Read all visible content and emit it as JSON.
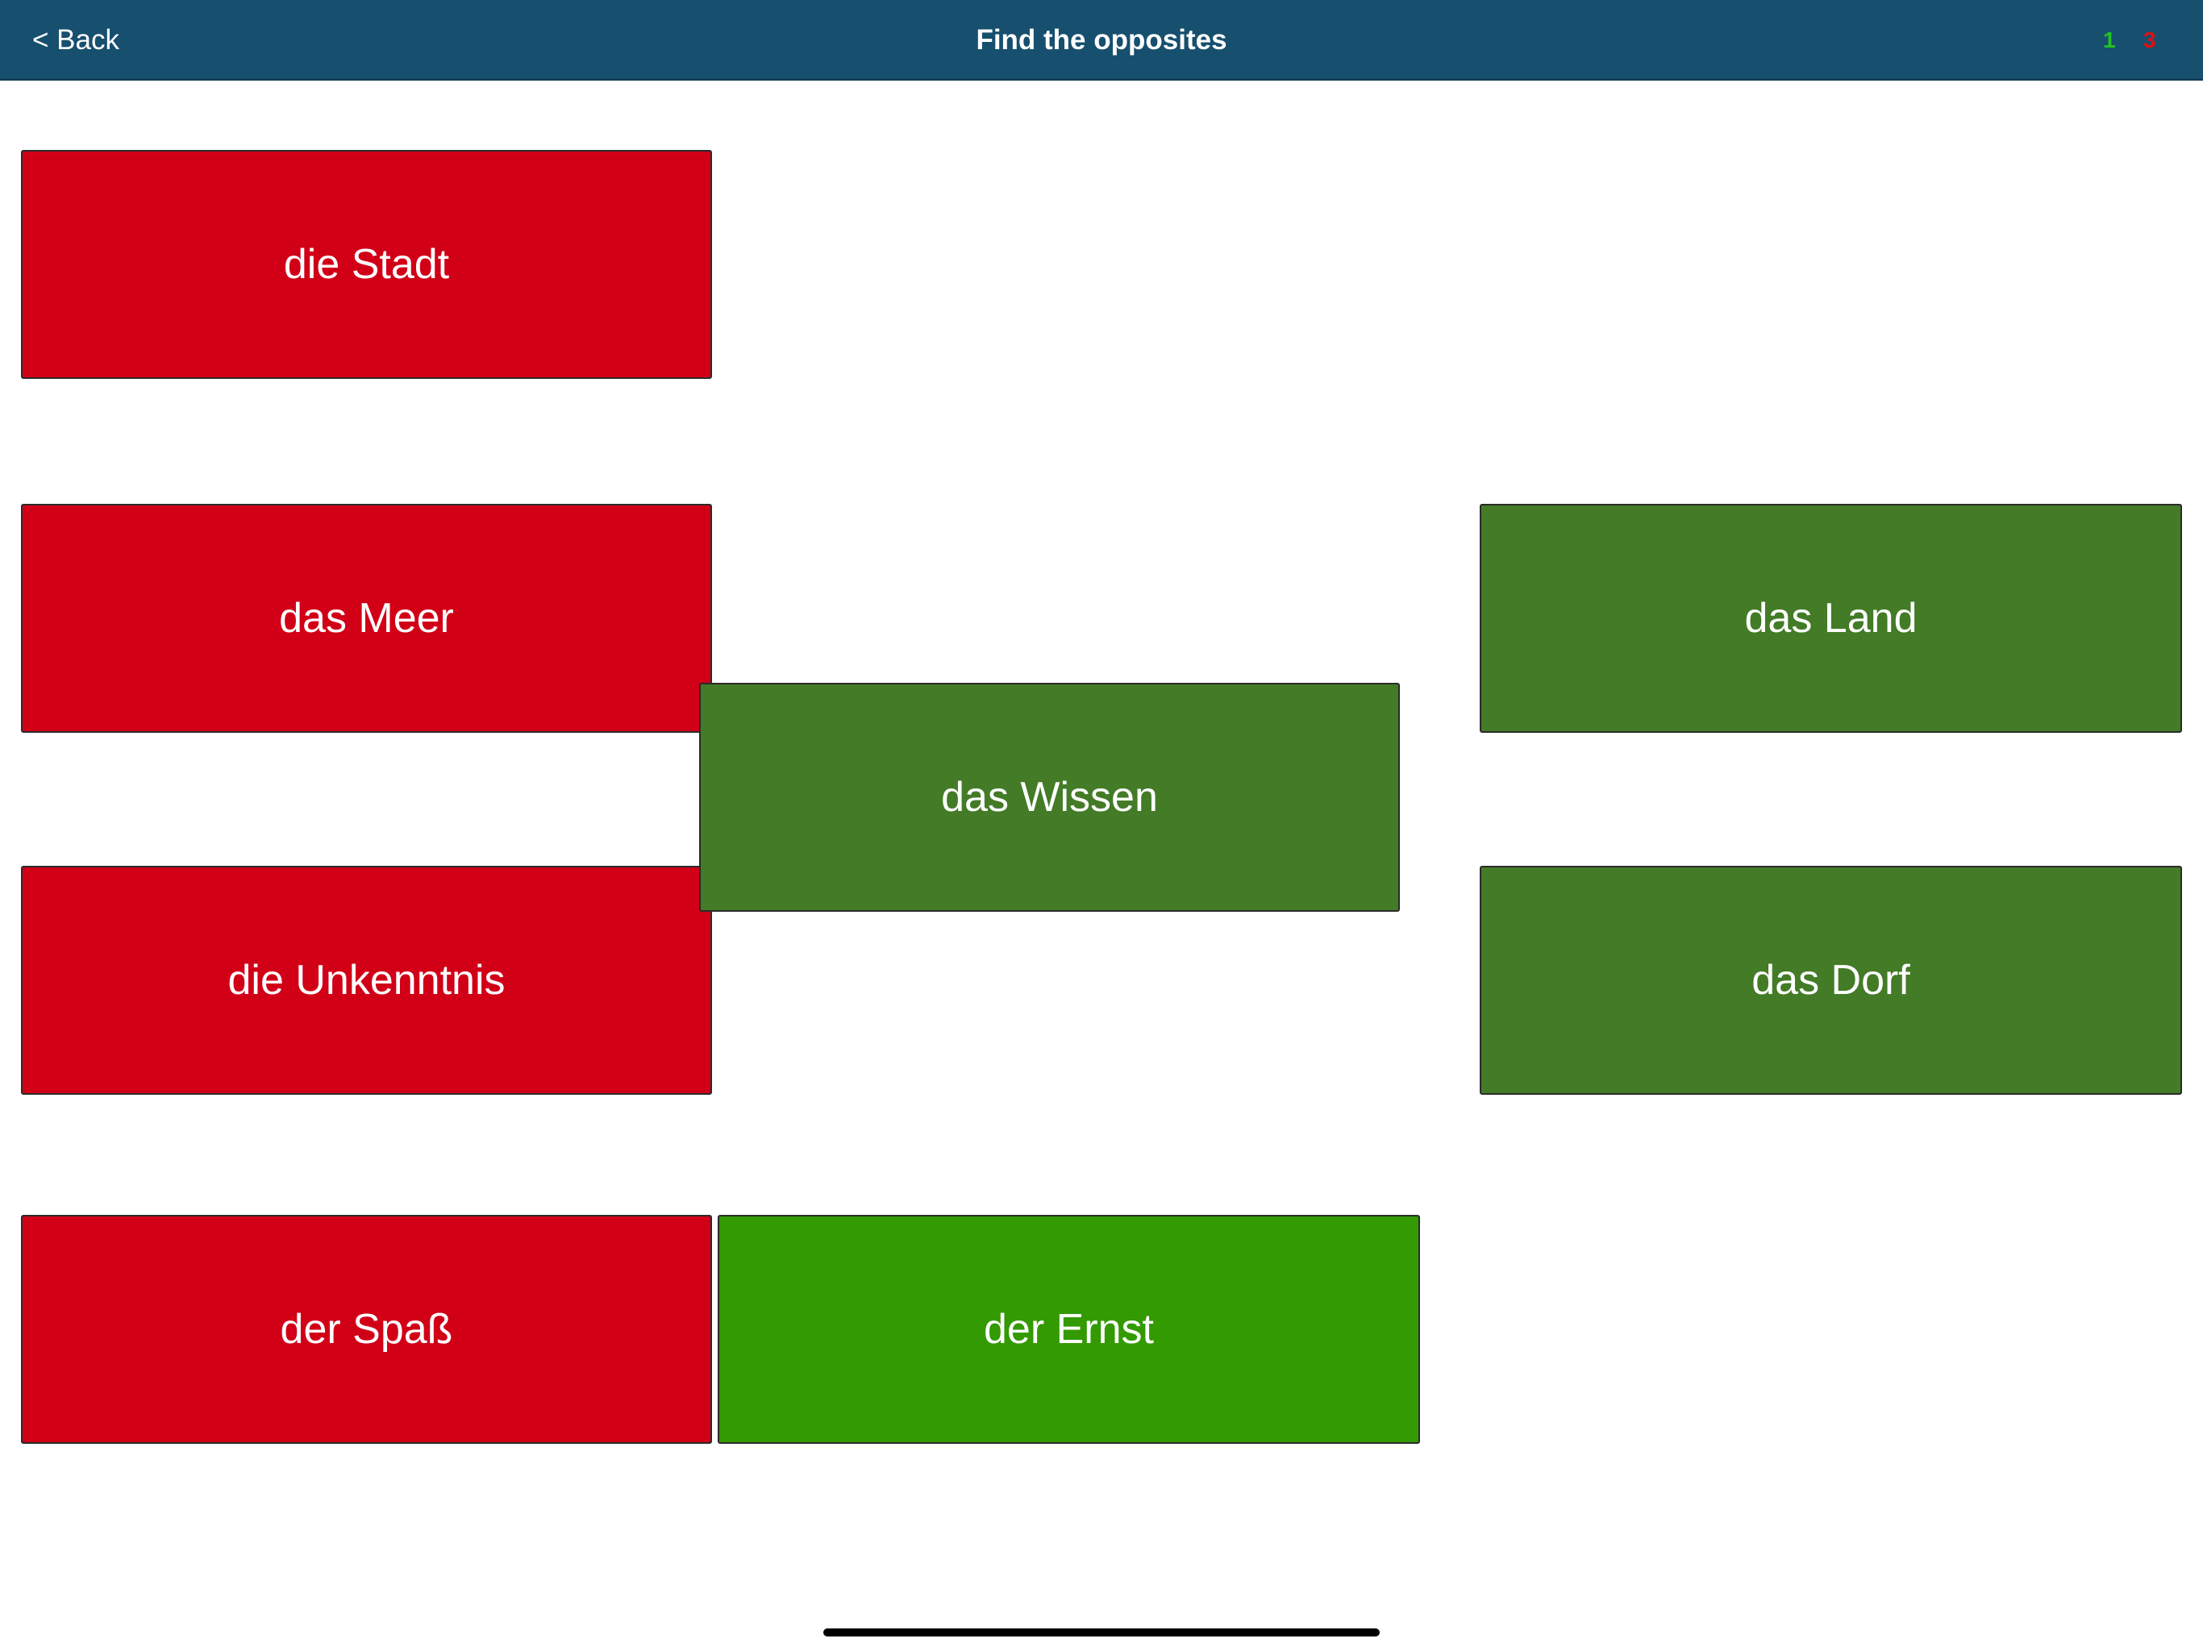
{
  "navbar": {
    "back_label": "< Back",
    "title": "Find the opposites",
    "score_correct": "1",
    "score_wrong": "3",
    "score_correct_color": "#22c422",
    "score_wrong_color": "#e01010"
  },
  "colors": {
    "wrong": "#d10017",
    "matched": "#437b27",
    "selected": "#339a02"
  },
  "cards": [
    {
      "label": "die Stadt",
      "state": "wrong"
    },
    {
      "label": "das Meer",
      "state": "wrong"
    },
    {
      "label": "die Unkenntnis",
      "state": "wrong"
    },
    {
      "label": "der Spaß",
      "state": "wrong"
    },
    {
      "label": "das Wissen",
      "state": "matched"
    },
    {
      "label": "der Ernst",
      "state": "selected"
    },
    {
      "label": "das Land",
      "state": "matched"
    },
    {
      "label": "das Dorf",
      "state": "matched"
    }
  ]
}
